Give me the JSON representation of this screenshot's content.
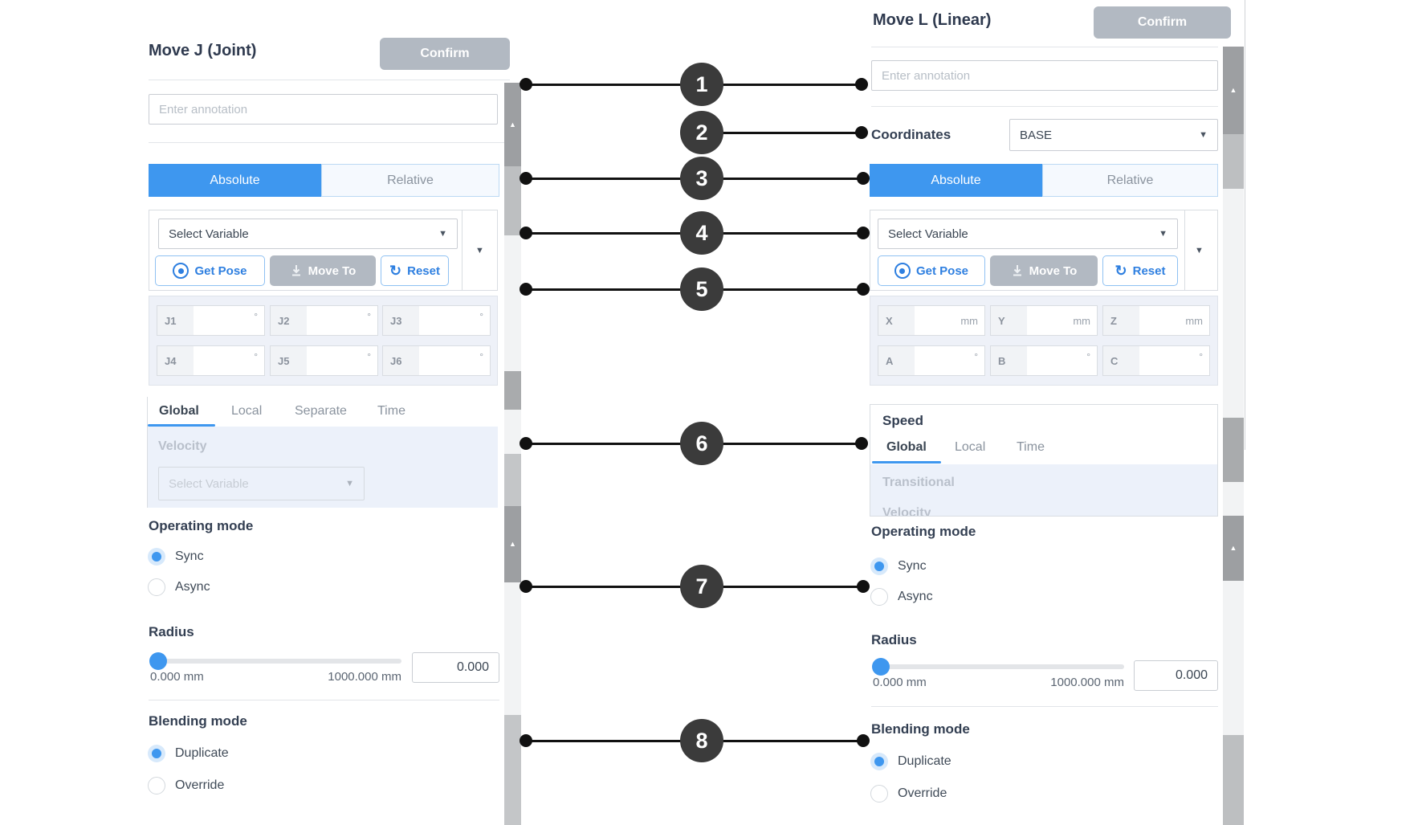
{
  "colors": {
    "accent_blue": "#3E97EF",
    "confirm_gray": "#B2B9C2",
    "callout_dark": "#3B3B3B"
  },
  "icons": {
    "dropdown_arrow": "▼",
    "scroll_up_arrow": "▲",
    "degree": "°",
    "reset_arrow": "↻"
  },
  "callouts": [
    "1",
    "2",
    "3",
    "4",
    "5",
    "6",
    "7",
    "8"
  ],
  "left_panel": {
    "title": "Move J (Joint)",
    "confirm_label": "Confirm",
    "annotation_placeholder": "Enter annotation",
    "tabs": {
      "absolute": "Absolute",
      "relative": "Relative"
    },
    "variable": {
      "select_placeholder": "Select Variable",
      "get_pose": "Get Pose",
      "move_to": "Move To",
      "reset": "Reset"
    },
    "joints": [
      {
        "label": "J1",
        "unit": "°",
        "value": ""
      },
      {
        "label": "J2",
        "unit": "°",
        "value": ""
      },
      {
        "label": "J3",
        "unit": "°",
        "value": ""
      },
      {
        "label": "J4",
        "unit": "°",
        "value": ""
      },
      {
        "label": "J5",
        "unit": "°",
        "value": ""
      },
      {
        "label": "J6",
        "unit": "°",
        "value": ""
      }
    ],
    "speed_tabs": [
      "Global",
      "Local",
      "Separate",
      "Time"
    ],
    "speed_active_tab": "Global",
    "velocity_label": "Velocity",
    "velocity_select_placeholder": "Select Variable",
    "operating_mode": {
      "heading": "Operating mode",
      "options": [
        "Sync",
        "Async"
      ],
      "selected": "Sync"
    },
    "radius": {
      "heading": "Radius",
      "min_label": "0.000 mm",
      "max_label": "1000.000 mm",
      "value": "0.000"
    },
    "blending": {
      "heading": "Blending mode",
      "options": [
        "Duplicate",
        "Override"
      ],
      "selected": "Duplicate"
    }
  },
  "right_panel": {
    "title": "Move L (Linear)",
    "confirm_label": "Confirm",
    "annotation_placeholder": "Enter annotation",
    "coordinates": {
      "label": "Coordinates",
      "value": "BASE"
    },
    "tabs": {
      "absolute": "Absolute",
      "relative": "Relative"
    },
    "variable": {
      "select_placeholder": "Select Variable",
      "get_pose": "Get Pose",
      "move_to": "Move To",
      "reset": "Reset"
    },
    "axes_row1": [
      {
        "label": "X",
        "unit": "mm",
        "value": ""
      },
      {
        "label": "Y",
        "unit": "mm",
        "value": ""
      },
      {
        "label": "Z",
        "unit": "mm",
        "value": ""
      }
    ],
    "axes_row2": [
      {
        "label": "A",
        "unit": "°",
        "value": ""
      },
      {
        "label": "B",
        "unit": "°",
        "value": ""
      },
      {
        "label": "C",
        "unit": "°",
        "value": ""
      }
    ],
    "speed": {
      "heading": "Speed",
      "tabs": [
        "Global",
        "Local",
        "Time"
      ],
      "active_tab": "Global",
      "transitional_label": "Transitional",
      "clipped_label": "Velocity"
    },
    "operating_mode": {
      "heading": "Operating mode",
      "options": [
        "Sync",
        "Async"
      ],
      "selected": "Sync"
    },
    "radius": {
      "heading": "Radius",
      "min_label": "0.000 mm",
      "max_label": "1000.000 mm",
      "value": "0.000"
    },
    "blending": {
      "heading": "Blending mode",
      "options": [
        "Duplicate",
        "Override"
      ],
      "selected": "Duplicate"
    }
  }
}
